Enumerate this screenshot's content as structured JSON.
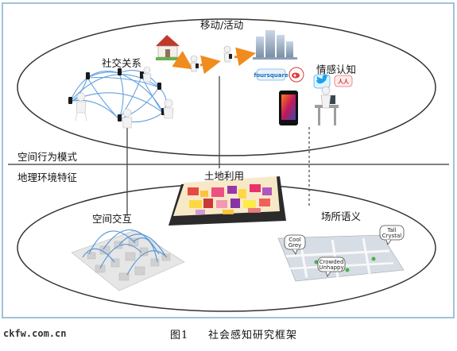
{
  "diagram": {
    "upper_section_label": "空间行为模式",
    "lower_section_label": "地理环境特征",
    "nodes": {
      "mobility": "移动/活动",
      "social": "社交关系",
      "emotion": "情感认知",
      "land_use": "土地利用",
      "spatial_interaction": "空间交互",
      "place_semantics": "场所语义"
    },
    "social_media_logos": [
      "foursquare",
      "weibo",
      "twitter",
      "renren"
    ],
    "place_tags": [
      {
        "text1": "Cool",
        "text2": "Grey"
      },
      {
        "text1": "Tall",
        "text2": "Crystal"
      },
      {
        "text1": "Crowded",
        "text2": "Unhappy"
      }
    ]
  },
  "caption": {
    "figure_number": "图1",
    "title": "社会感知研究框架"
  },
  "watermark": "ckfw.com.cn",
  "colors": {
    "ellipse_stroke": "#333333",
    "panel_border": "#9fc3d8",
    "link_blue": "#4a90d9",
    "arrow_orange": "#f08c1e",
    "house_red": "#c0392b"
  }
}
